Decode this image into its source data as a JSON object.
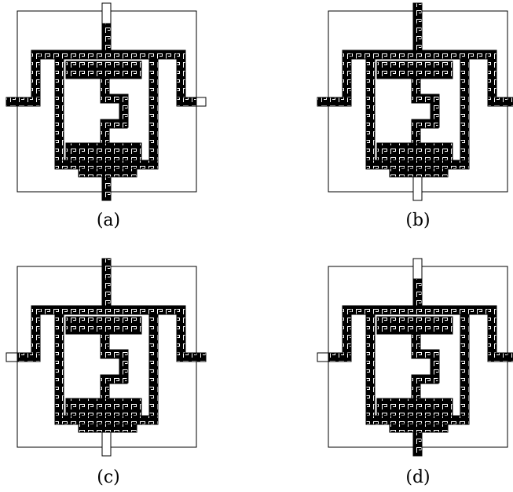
{
  "panels": [
    {
      "label": "(a)",
      "ports": {
        "top": "open",
        "left": "meander",
        "right": "open",
        "bottom": "meander"
      }
    },
    {
      "label": "(b)",
      "ports": {
        "top": "meander",
        "left": "meander",
        "right": "meander",
        "bottom": "open"
      }
    },
    {
      "label": "(c)",
      "ports": {
        "top": "meander",
        "left": "open",
        "right": "meander",
        "bottom": "open"
      }
    },
    {
      "label": "(d)",
      "ports": {
        "top": "open",
        "left": "open",
        "right": "meander",
        "bottom": "meander"
      }
    }
  ],
  "colors": {
    "stroke": "#000000",
    "fill": "#ffffff",
    "pattern": "#000000"
  }
}
